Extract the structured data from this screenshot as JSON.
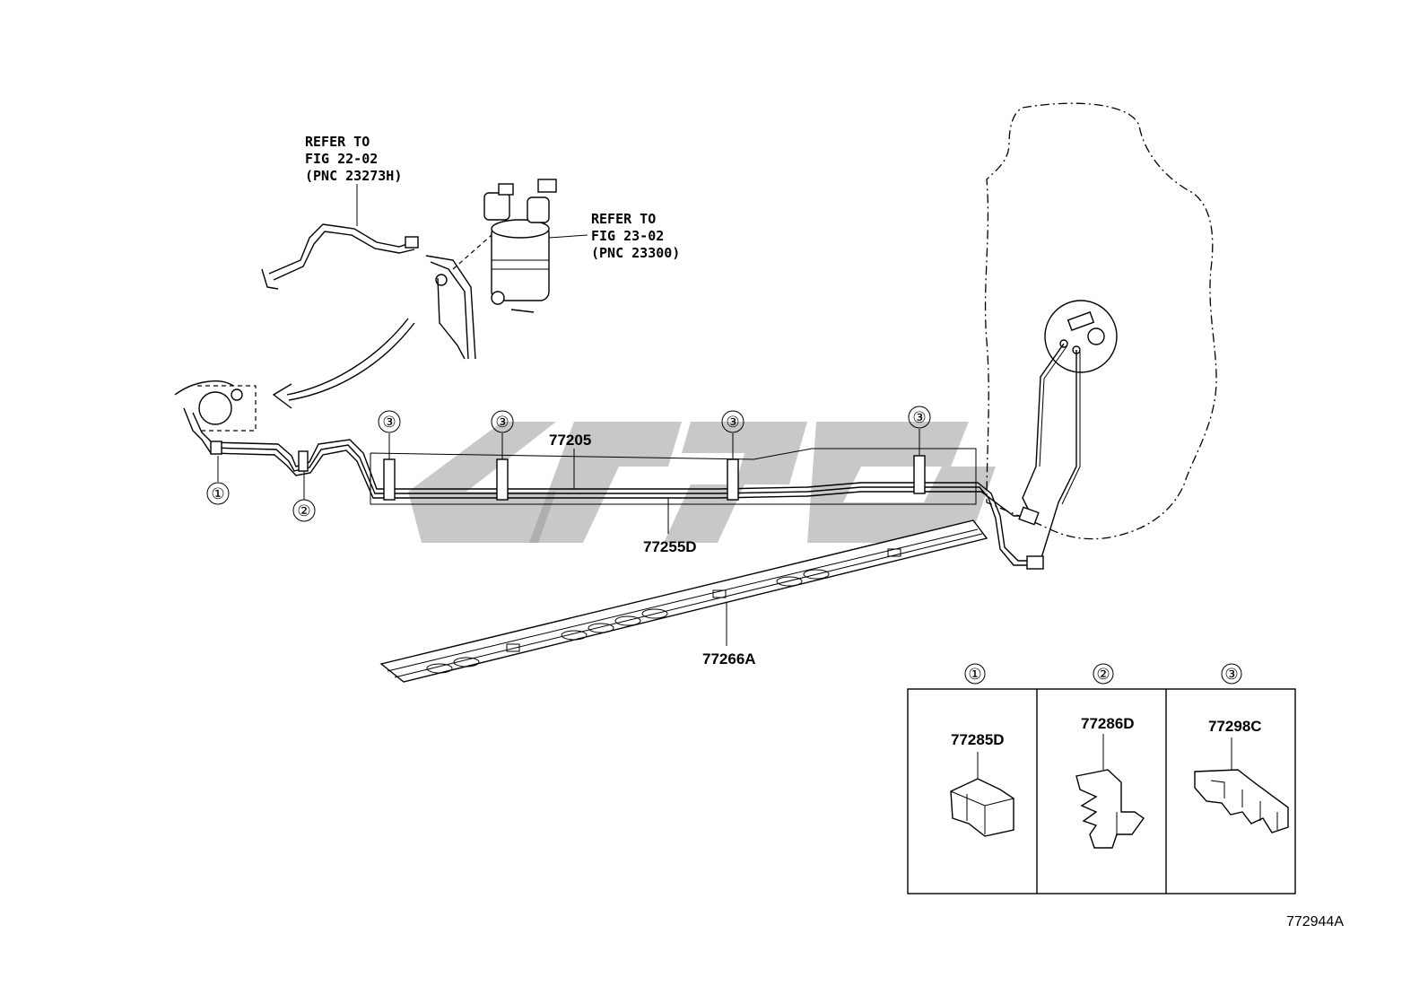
{
  "callouts": {
    "refer_upper": [
      "REFER TO",
      "FIG 22-02",
      "(PNC 23273H)"
    ],
    "refer_right": [
      "REFER TO",
      "FIG 23-02",
      "(PNC 23300)"
    ]
  },
  "part_numbers": {
    "tube_main": "77205",
    "tube_sub": "77255D",
    "protector": "77266A"
  },
  "clamp_markers": {
    "c1": "①",
    "c2": "②",
    "c3": "③"
  },
  "legend": {
    "headers": [
      "①",
      "②",
      "③"
    ],
    "parts": [
      "77285D",
      "77286D",
      "77298C"
    ]
  },
  "figure_id": "772944A",
  "colors": {
    "line": "#000000",
    "watermark": "#9a9a9a",
    "background": "#ffffff"
  }
}
